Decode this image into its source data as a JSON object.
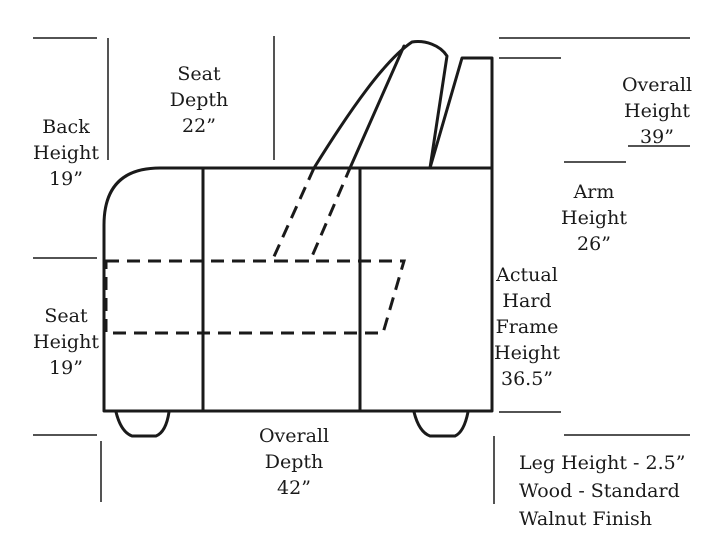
{
  "labels": {
    "back_height": {
      "lines": [
        "Back",
        "Height",
        "19”"
      ]
    },
    "seat_depth": {
      "lines": [
        "Seat",
        "Depth",
        "22”"
      ]
    },
    "overall_height": {
      "lines": [
        "Overall",
        "Height",
        "39”"
      ]
    },
    "arm_height": {
      "lines": [
        "Arm",
        "Height",
        "26”"
      ]
    },
    "frame_height": {
      "lines": [
        "Actual",
        "Hard",
        "Frame",
        "Height",
        "36.5”"
      ]
    },
    "seat_height": {
      "lines": [
        "Seat",
        "Height",
        "19”"
      ]
    },
    "overall_depth": {
      "lines": [
        "Overall",
        "Depth",
        "42”"
      ]
    },
    "leg_info": {
      "lines": [
        "Leg Height - 2.5”",
        "Wood - Standard",
        "Walnut Finish"
      ]
    }
  },
  "colors": {
    "ink": "#1a1a1a",
    "background": "#ffffff"
  }
}
